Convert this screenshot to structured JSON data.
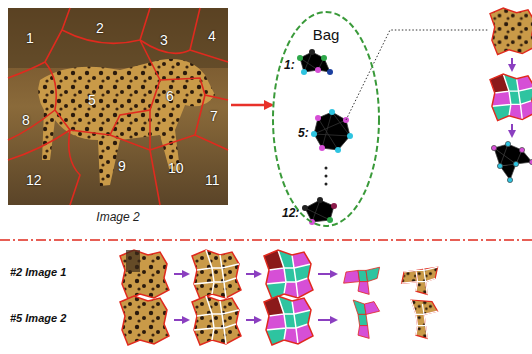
{
  "diagram": {
    "nodes": [
      {
        "text": [
          "Image 2"
        ]
      },
      {
        "text": [
          "Bag"
        ]
      }
    ],
    "edges": [
      {
        "from": 0,
        "to": 1,
        "arrow": "to"
      }
    ],
    "labels": [
      "1",
      "2",
      "3",
      "4",
      "5",
      "6",
      "7",
      "8",
      "9",
      "10",
      "11",
      "12",
      "1:",
      "5:",
      "12:",
      "#2 Image 1",
      "#5 Image 2"
    ]
  }
}
